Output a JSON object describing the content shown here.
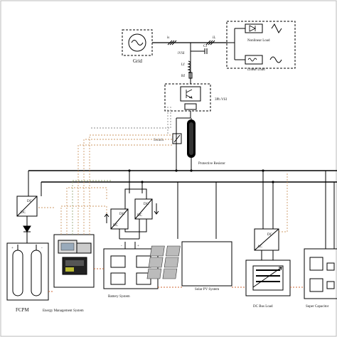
{
  "blocks": {
    "grid": "Grid",
    "nonlinear_load": "Nonlinear Load",
    "linear_load": "Linear Load",
    "vsi": "3Ph VSI",
    "switch": "Switch",
    "protective_resistor": "Protective Resistor",
    "fcpm": "FCPM",
    "ems": "Energy Management System",
    "battery": "Battery System",
    "solar": "Solar PV System",
    "dc_bus_load": "DC Bus Load",
    "supercap": "Super Capacitor"
  },
  "small_labels": {
    "is": "is",
    "il": "iL",
    "ivsi": "iVSI",
    "cf": "Cf",
    "lf": "Lf",
    "rf": "Rf",
    "dc": "DC",
    "ac": "AC",
    "plus": "+",
    "minus": "-"
  }
}
